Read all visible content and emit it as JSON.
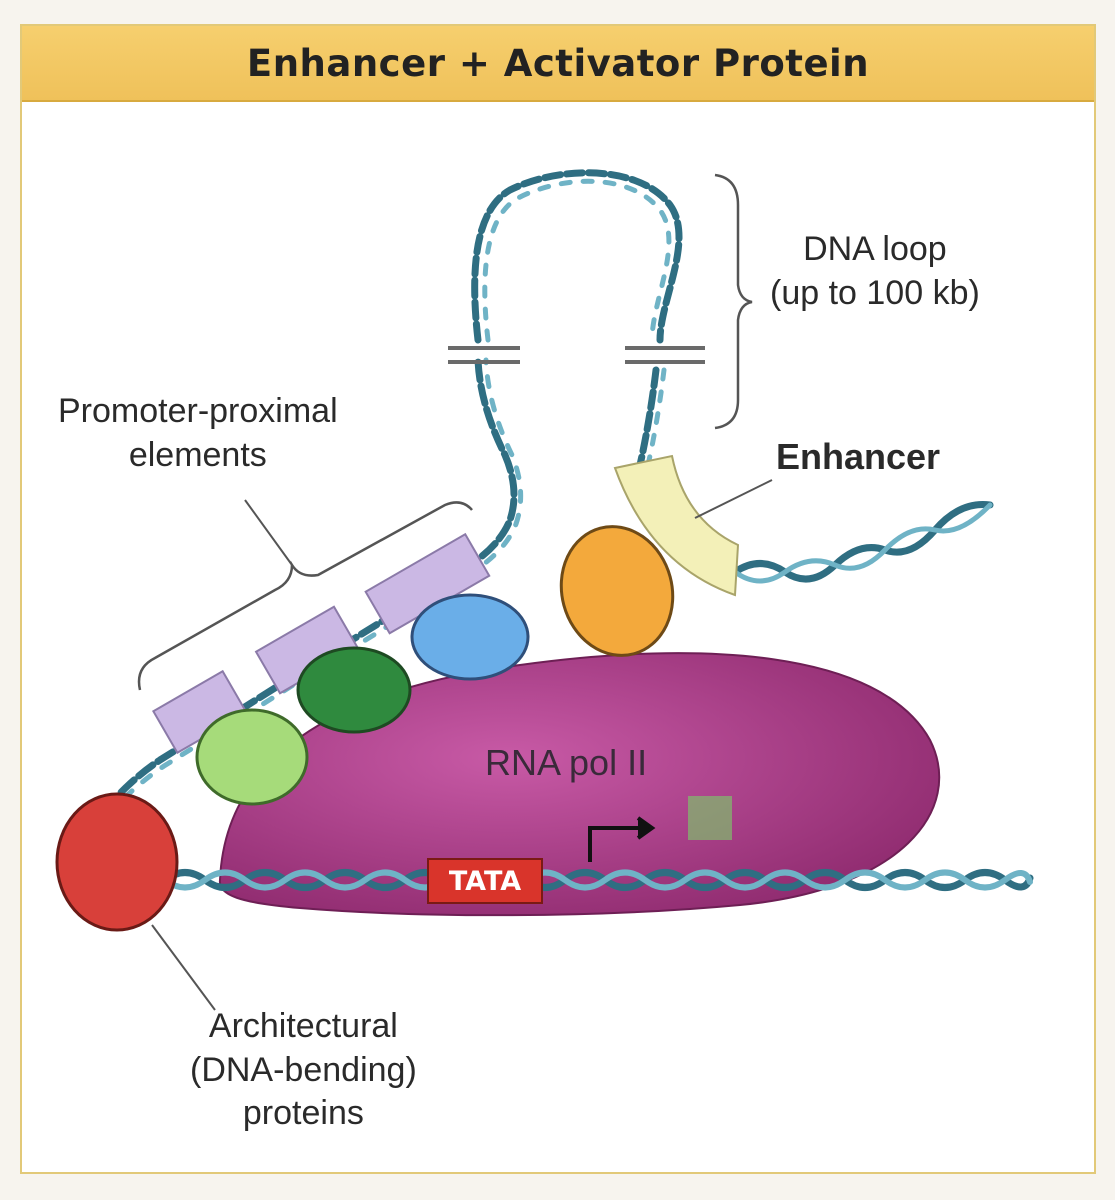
{
  "title": "Enhancer + Activator Protein",
  "labels": {
    "dna_loop": [
      "DNA loop",
      "(up to 100 kb)"
    ],
    "promoter_proximal": [
      "Promoter-proximal",
      "elements"
    ],
    "enhancer": "Enhancer",
    "rna_pol": "RNA pol II",
    "tata": "TATA",
    "architectural": [
      "Architectural",
      "(DNA-bending)",
      "proteins"
    ]
  },
  "colors": {
    "dna": "#4a8fa6",
    "rna_pol": "#b23a8a",
    "architectural": "#d8403a",
    "activator_light_green": "#a6db7a",
    "activator_dark_green": "#2f8a3e",
    "activator_blue": "#6aaee8",
    "activator_orange": "#f3a93c",
    "promoter_element": "#cbb8e4",
    "enhancer_element": "#f3f0b8",
    "title_bar": "#f2c662"
  }
}
